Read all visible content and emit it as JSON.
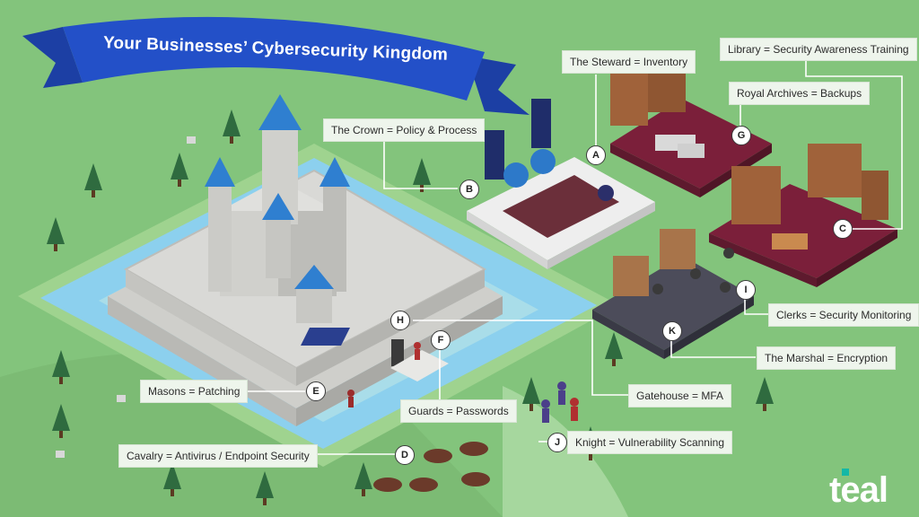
{
  "title": "Your Businesses’ Cybersecurity Kingdom",
  "logo": "teal",
  "colors": {
    "grass": "#83c47c",
    "banner": "#2350c8",
    "moat": "#8cd0ee",
    "castle_wall": "#d5d5d2",
    "roof": "#2f7fd0",
    "accent_logo": "#14b8a6"
  },
  "labels": [
    {
      "id": "steward",
      "text": "The Steward = Inventory"
    },
    {
      "id": "library",
      "text": "Library = Security Awareness Training"
    },
    {
      "id": "archives",
      "text": "Royal Archives = Backups"
    },
    {
      "id": "crown",
      "text": "The Crown = Policy & Process"
    },
    {
      "id": "clerks",
      "text": "Clerks = Security Monitoring"
    },
    {
      "id": "marshal",
      "text": "The Marshal = Encryption"
    },
    {
      "id": "gatehouse",
      "text": "Gatehouse = MFA"
    },
    {
      "id": "masons",
      "text": "Masons = Patching"
    },
    {
      "id": "guards",
      "text": "Guards = Passwords"
    },
    {
      "id": "knight",
      "text": "Knight = Vulnerability Scanning"
    },
    {
      "id": "cavalry",
      "text": "Cavalry = Antivirus / Endpoint Security"
    }
  ],
  "markers": [
    "A",
    "B",
    "C",
    "D",
    "E",
    "F",
    "G",
    "H",
    "I",
    "J",
    "K"
  ]
}
